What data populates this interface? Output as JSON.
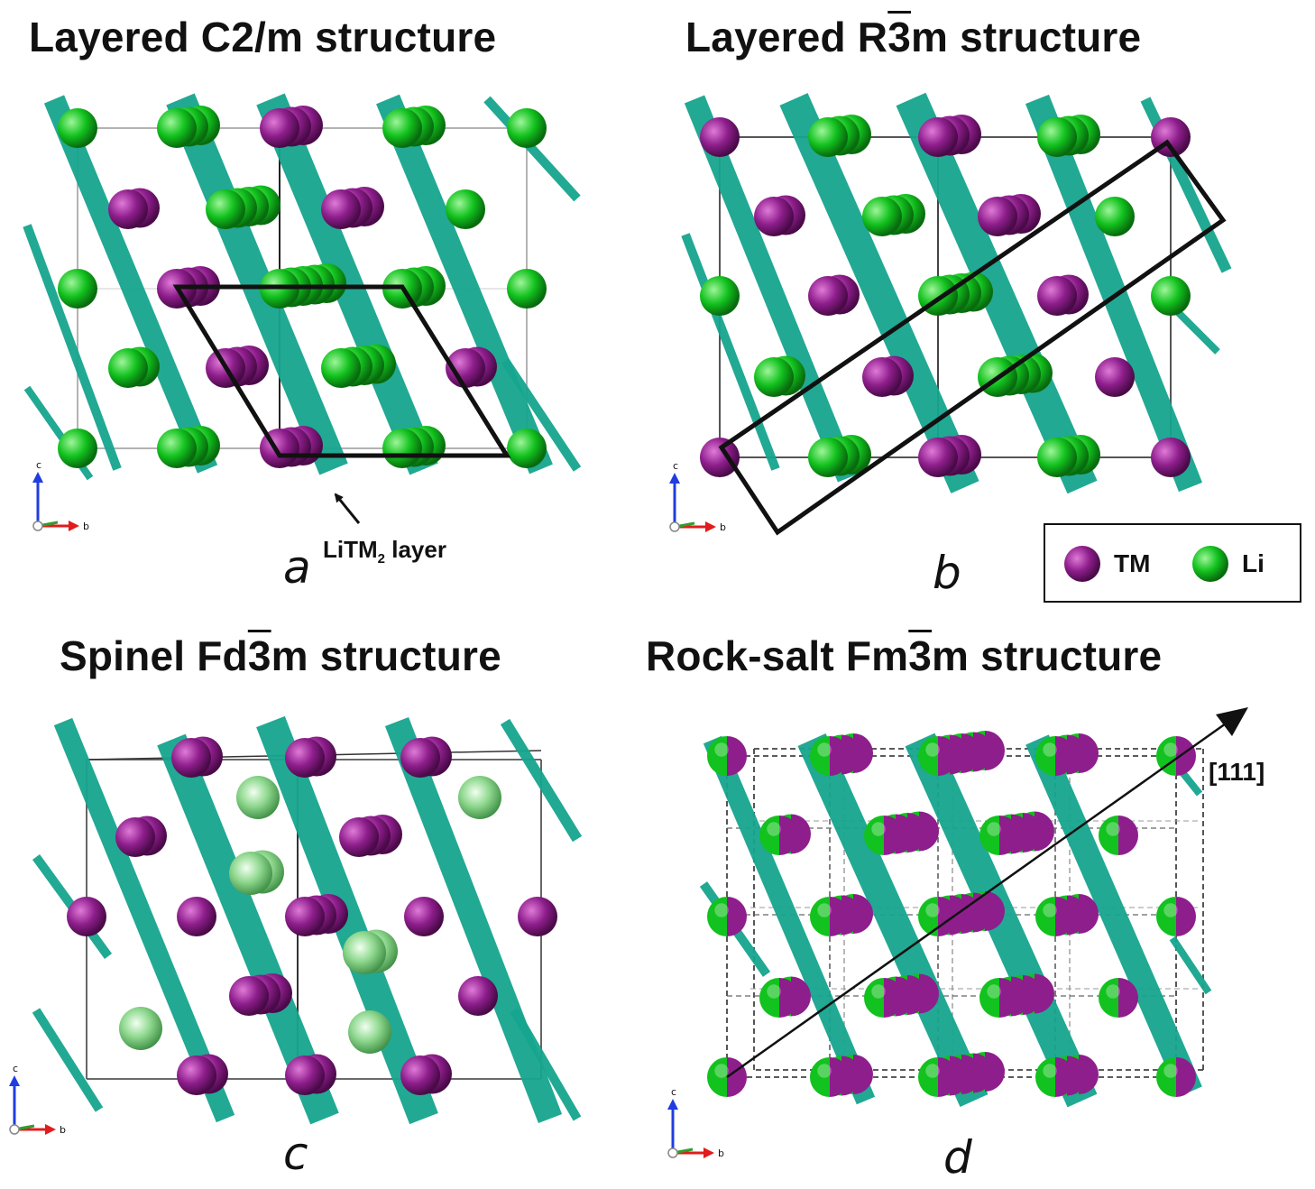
{
  "colors": {
    "tm": "#8e1e8c",
    "li": "#12c21e",
    "layer": "#16a58e",
    "frame": "#111111"
  },
  "panels": [
    {
      "id": "a",
      "title_pre": "Layered C2/m structure",
      "title_ov": "",
      "title_post": "",
      "letter": "a"
    },
    {
      "id": "b",
      "title_pre": "Layered R",
      "title_ov": "3",
      "title_post": "m structure",
      "letter": "b"
    },
    {
      "id": "c",
      "title_pre": "Spinel Fd",
      "title_ov": "3",
      "title_post": "m structure",
      "letter": "c"
    },
    {
      "id": "d",
      "title_pre": "Rock-salt Fm",
      "title_ov": "3",
      "title_post": "m structure",
      "letter": "d"
    }
  ],
  "annotation": {
    "text": "LiTM",
    "sub": "2",
    "suffix": " layer"
  },
  "direction_label": "[111]",
  "legend": [
    {
      "label": "TM",
      "color": "tm"
    },
    {
      "label": "Li",
      "color": "li"
    }
  ],
  "axes_labels": {
    "up": "c",
    "right": "b"
  }
}
